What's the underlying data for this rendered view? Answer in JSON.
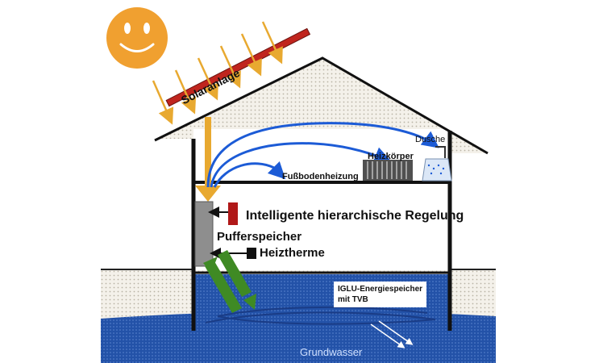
{
  "labels": {
    "solar": "Solaranlage",
    "shower": "Dusche",
    "radiator": "Heizkörper",
    "floor_heating": "Fußbodenheizung",
    "control": "Intelligente hierarchische Regelung",
    "buffer_tank": "Pufferspeicher",
    "boiler": "Heiztherme",
    "storage_line1": "IGLU-Energiespeicher",
    "storage_line2": "mit TVB",
    "groundwater": "Grundwasser"
  },
  "colors": {
    "sun": "#f0a030",
    "arrows": "#e8a930",
    "solar_panel": "#c0251e",
    "pipes": "#1c5bd6",
    "green_arrow": "#3f8a24",
    "water": "#1f4fa5",
    "control_unit": "#b01818"
  }
}
